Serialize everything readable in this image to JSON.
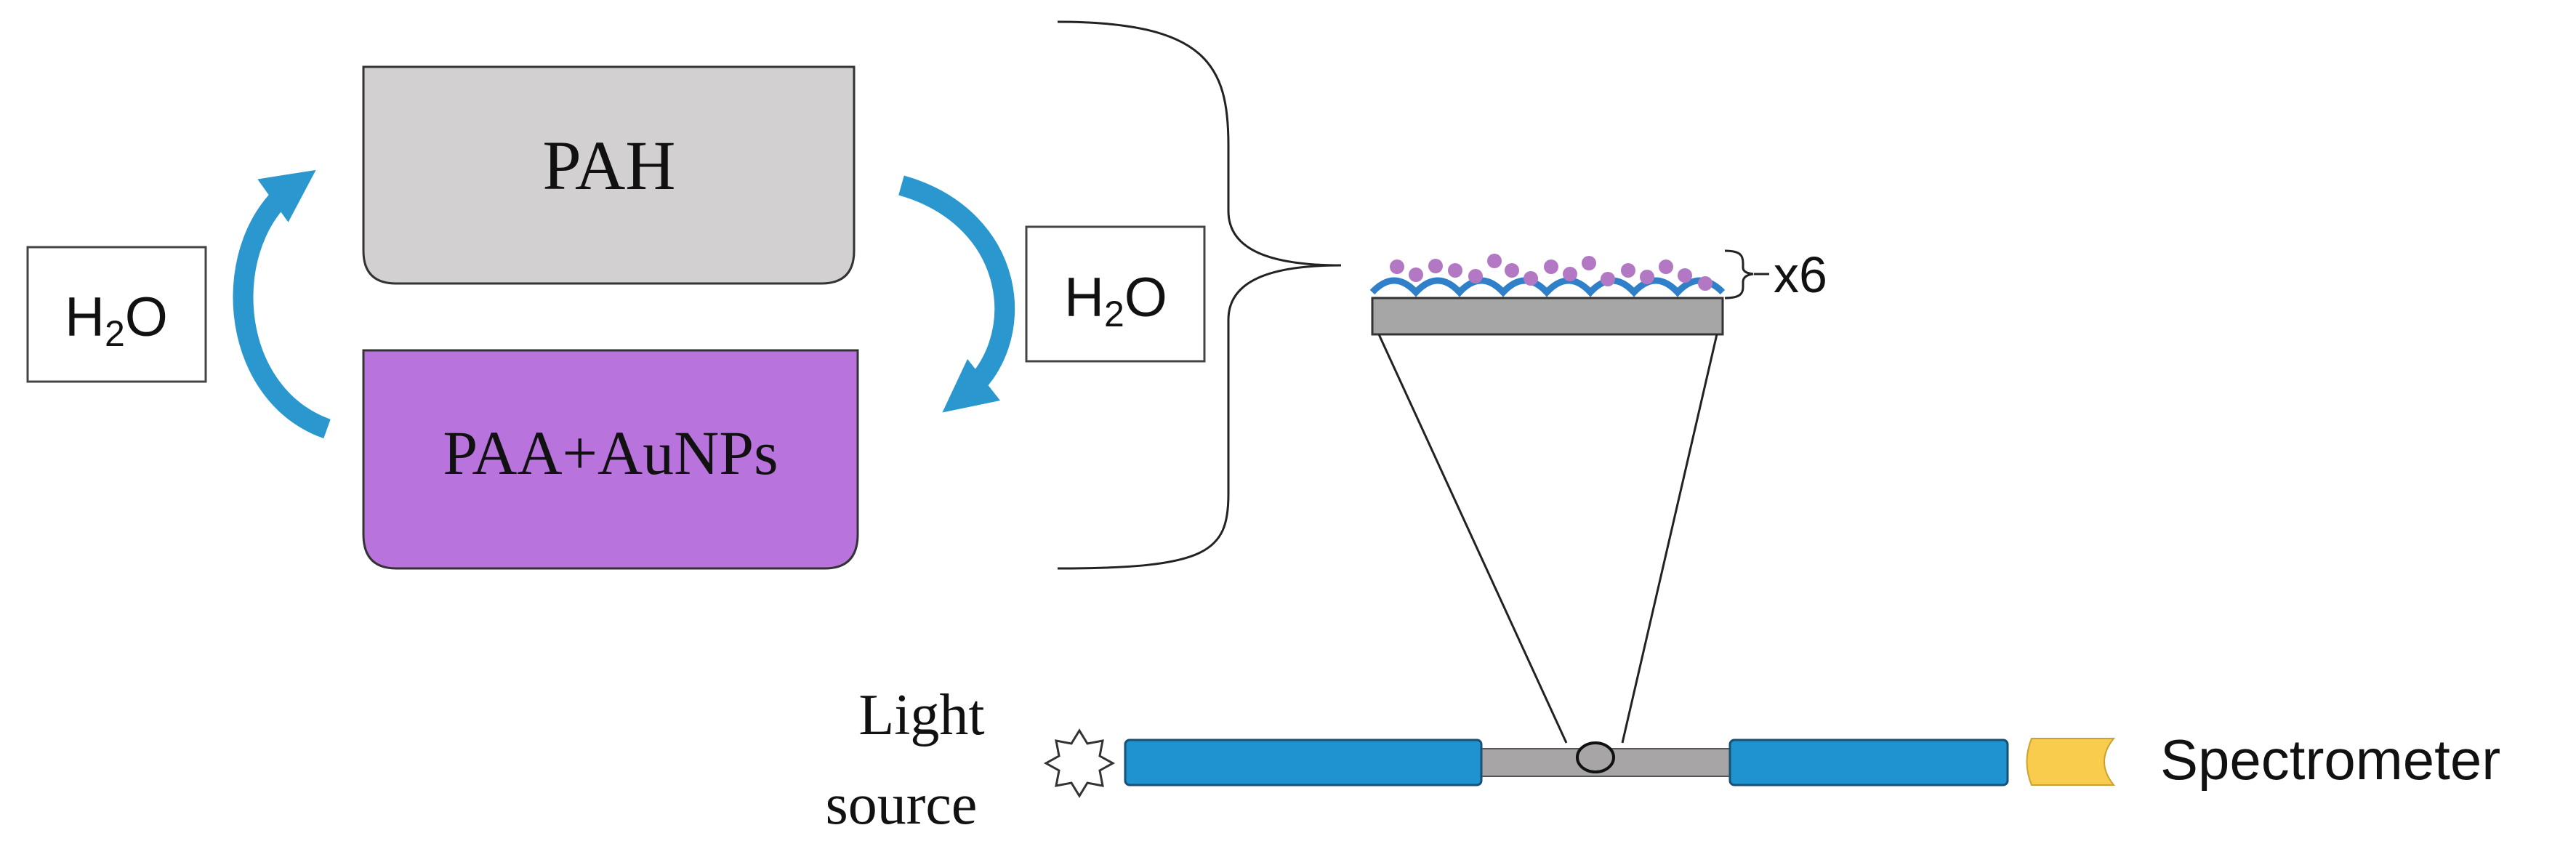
{
  "beakers": {
    "top": {
      "label": "PAH",
      "fill": "#d2d0d0"
    },
    "bottom": {
      "label": "PAA+AuNPs",
      "fill": "#b973dc"
    }
  },
  "rinse_left": {
    "base": "H",
    "sub": "2",
    "tail": "O"
  },
  "rinse_right": {
    "base": "H",
    "sub": "2",
    "tail": "O"
  },
  "layers": {
    "label": "x6",
    "particle_color": "#b278c4",
    "polymer_color": "#2f80c8"
  },
  "light_source": {
    "line1": "Light",
    "line2": "source"
  },
  "spectrometer": {
    "label": "Spectrometer",
    "connector_color": "#f9cc4d"
  },
  "colors": {
    "fiber": "#1f93cf",
    "arrow": "#2a98cf",
    "substrate": "#a6a6a6",
    "sensing_region": "#a7a5a5"
  }
}
